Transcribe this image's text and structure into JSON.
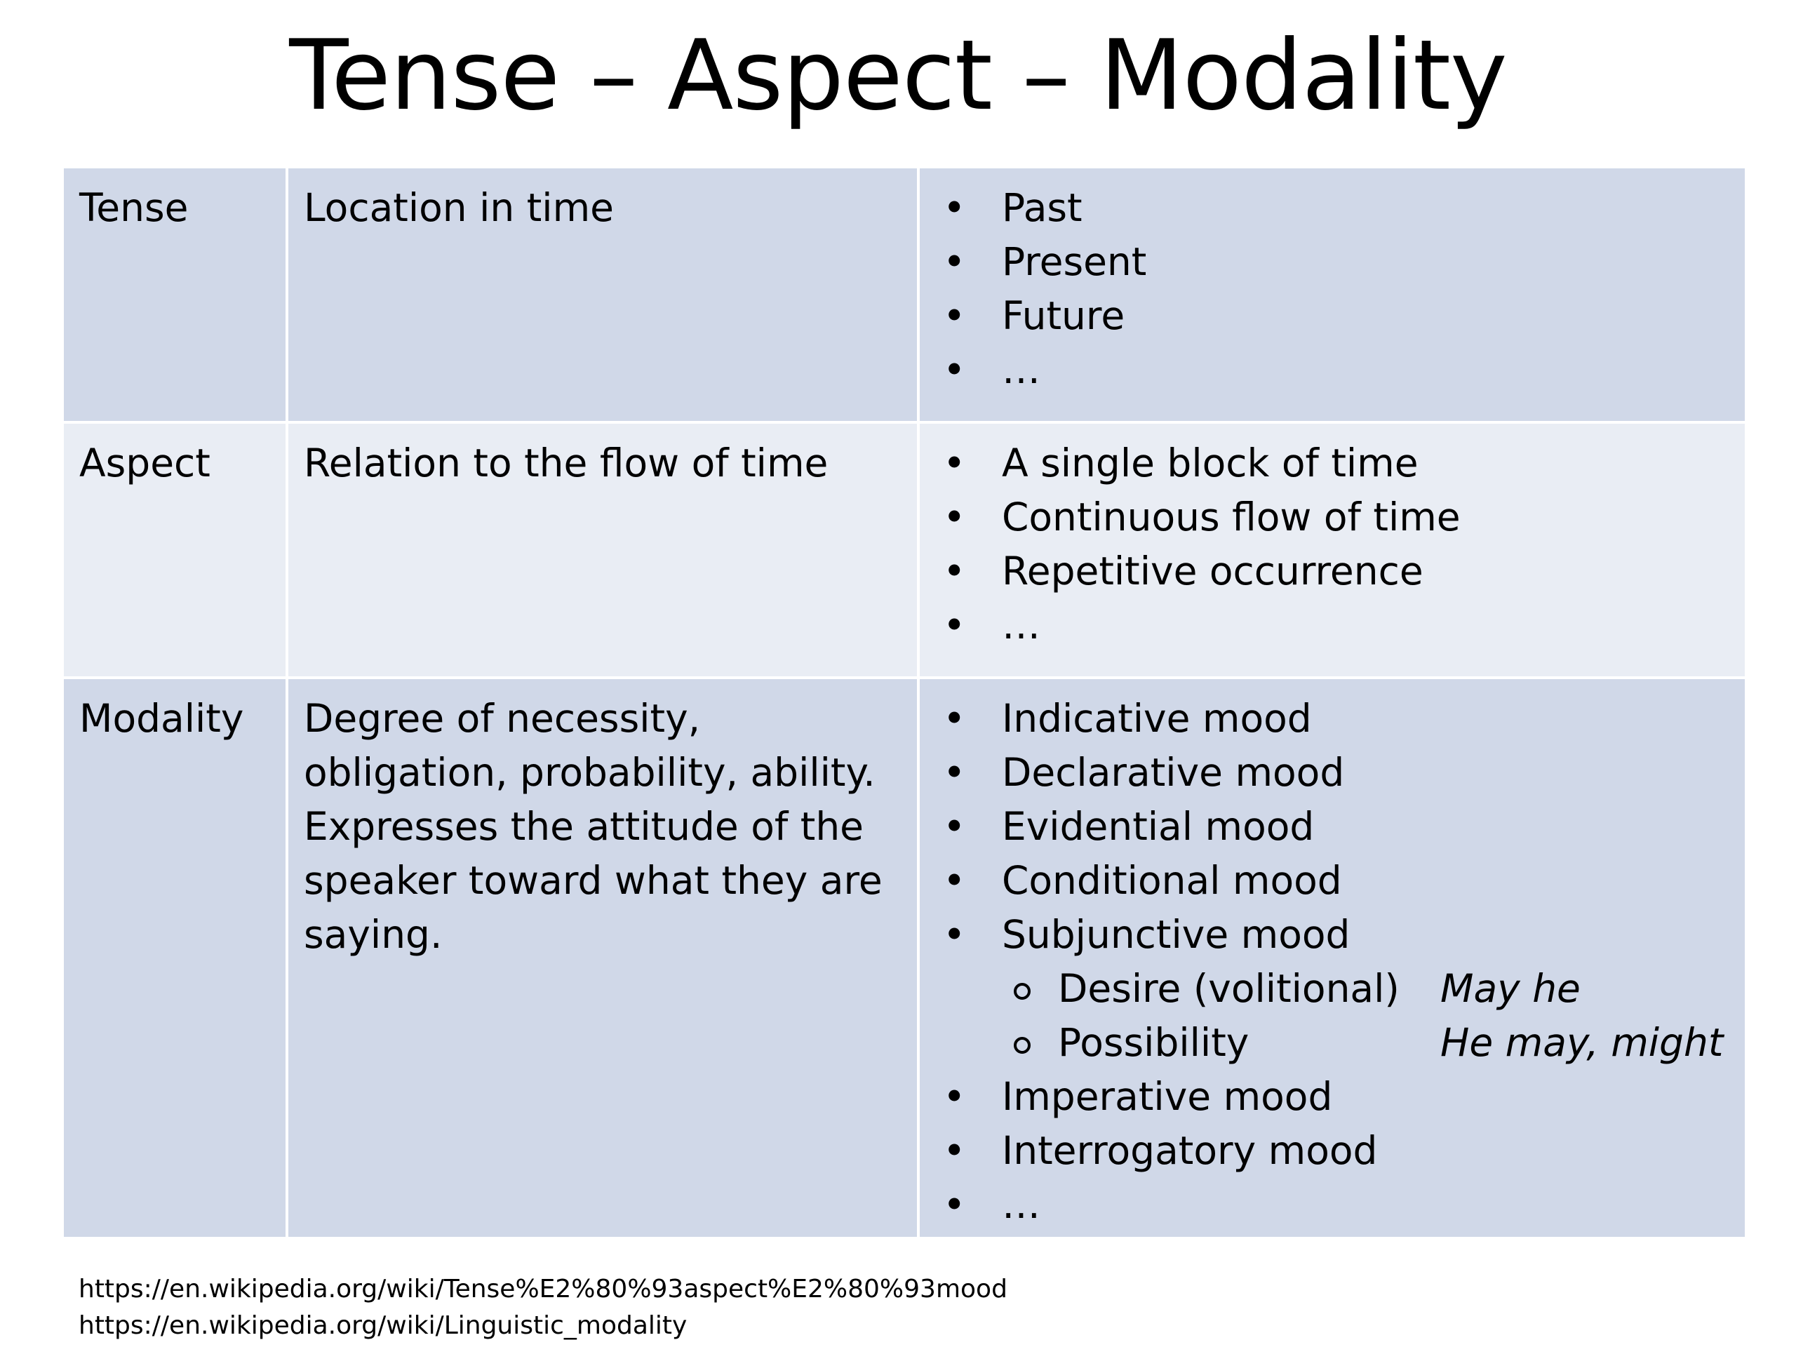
{
  "title": "Tense – Aspect – Modality",
  "rows": [
    {
      "term": "Tense",
      "description": "Location in time",
      "items": [
        "Past",
        "Present",
        "Future",
        "…"
      ]
    },
    {
      "term": "Aspect",
      "description": "Relation to the flow of time",
      "items": [
        "A single block of time",
        "Continuous flow of time",
        "Repetitive occurrence",
        "…"
      ]
    },
    {
      "term": "Modality",
      "description": "Degree of necessity, obligation, probability, ability. Expresses the attitude of the speaker toward what they are saying.",
      "items": [
        "Indicative mood",
        "Declarative mood",
        "Evidential mood",
        "Conditional mood",
        "Subjunctive mood"
      ],
      "subitems": [
        {
          "label": "Desire (volitional)",
          "example": "May he"
        },
        {
          "label": "Possibility",
          "example": "He may, might"
        }
      ],
      "items_after": [
        "Imperative mood",
        "Interrogatory mood",
        "…"
      ]
    }
  ],
  "sources": [
    "https://en.wikipedia.org/wiki/Tense%E2%80%93aspect%E2%80%93mood",
    "https://en.wikipedia.org/wiki/Linguistic_modality"
  ]
}
